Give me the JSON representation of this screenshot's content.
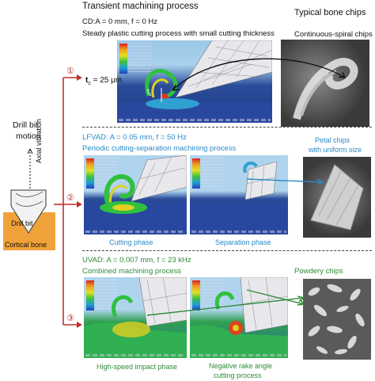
{
  "header": {
    "title": "Transient machining process",
    "bone_chips_title": "Typical bone chips"
  },
  "left_panel": {
    "title_line1": "Drill bit",
    "title_line2": "motion",
    "axial_label": "Axial vibration",
    "drill_bit_label": "Drill bit",
    "cortical_bone_label": "Cortical bone"
  },
  "rows": [
    {
      "marker": "①",
      "params": "CD:A = 0 mm, f = 0 Hz",
      "process": "Steady plastic cutting process with small cutting thickness",
      "chip_label": "Continuous-spiral chips",
      "thickness_label": "t",
      "thickness_sub": "c",
      "thickness_value": "= 25 μm",
      "t_label": "t",
      "tc_label": "c"
    },
    {
      "marker": "②",
      "params": "LFVAD: A = 0.05 mm, f = 50 Hz",
      "process": "Periodic cutting-separation machining process",
      "chip_label_line1": "Petal chips",
      "chip_label_line2": "with uniform size",
      "phase1": "Cutting phase",
      "phase2": "Separation phase"
    },
    {
      "marker": "③",
      "params": "UVAD: A = 0.007 mm, f = 23 kHz",
      "process": "Combined machining process",
      "chip_label": "Powdery chips",
      "phase1": "High-speed impact phase",
      "phase2_line1": "Negative rake angle",
      "phase2_line2": "cutting process"
    }
  ],
  "colors": {
    "row1_text": "#111111",
    "row2_text": "#2b8ac6",
    "row3_text": "#2e8b3a",
    "arrow_red": "#c0302e",
    "bone_orange": "#f0a23a"
  }
}
